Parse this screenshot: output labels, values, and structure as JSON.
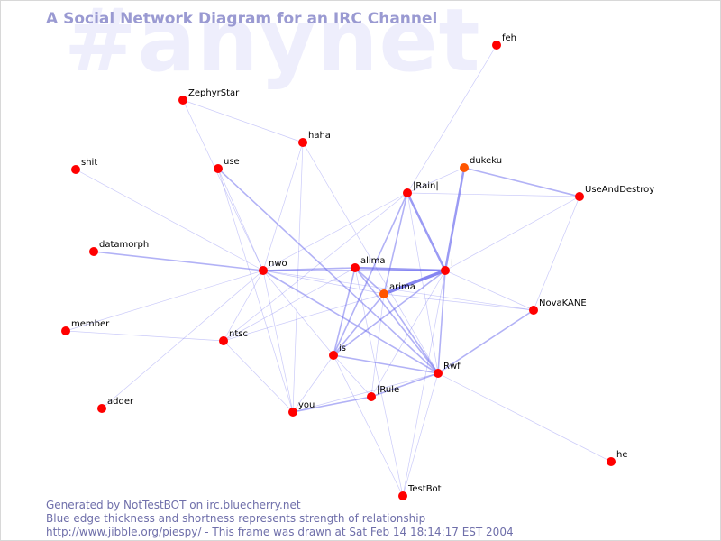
{
  "watermark": "#anynet",
  "title": "A Social Network Diagram for an IRC Channel",
  "footer": {
    "line1": "Generated by NotTestBOT on irc.bluecherry.net",
    "line2": "Blue edge thickness and shortness represents strength of relationship",
    "line3": "http://www.jibble.org/piespy/ - This frame was drawn at Sat Feb 14 18:14:17 EST 2004"
  },
  "colors": {
    "node": "#ff0000",
    "node_orange": "#ff5500",
    "edge": "#6666ee",
    "title": "#9a9ad2",
    "watermark": "#eeeefc",
    "footer": "#6f6faa"
  },
  "nodes": [
    {
      "name": "feh",
      "color": "red"
    },
    {
      "name": "ZephyrStar",
      "color": "red"
    },
    {
      "name": "haha",
      "color": "red"
    },
    {
      "name": "shit",
      "color": "red"
    },
    {
      "name": "use",
      "color": "red"
    },
    {
      "name": "dukeku",
      "color": "orange"
    },
    {
      "name": "|Rain|",
      "color": "red"
    },
    {
      "name": "UseAndDestroy",
      "color": "red"
    },
    {
      "name": "datamorph",
      "color": "red"
    },
    {
      "name": "nwo",
      "color": "red"
    },
    {
      "name": "alima",
      "color": "red"
    },
    {
      "name": "i",
      "color": "red"
    },
    {
      "name": "arima",
      "color": "orange"
    },
    {
      "name": "NovaKANE",
      "color": "red"
    },
    {
      "name": "member",
      "color": "red"
    },
    {
      "name": "ntsc",
      "color": "red"
    },
    {
      "name": "is",
      "color": "red"
    },
    {
      "name": "Rwf",
      "color": "red"
    },
    {
      "name": "|Rule",
      "color": "red"
    },
    {
      "name": "you",
      "color": "red"
    },
    {
      "name": "adder",
      "color": "red"
    },
    {
      "name": "he",
      "color": "red"
    },
    {
      "name": "TestBot",
      "color": "red"
    }
  ],
  "edges": [
    [
      "feh",
      "|Rain|",
      1
    ],
    [
      "ZephyrStar",
      "haha",
      1
    ],
    [
      "ZephyrStar",
      "nwo",
      1
    ],
    [
      "haha",
      "nwo",
      1
    ],
    [
      "haha",
      "Rwf",
      1
    ],
    [
      "haha",
      "you",
      1
    ],
    [
      "shit",
      "nwo",
      1
    ],
    [
      "use",
      "nwo",
      1
    ],
    [
      "use",
      "Rwf",
      2
    ],
    [
      "use",
      "you",
      1
    ],
    [
      "dukeku",
      "|Rain|",
      1
    ],
    [
      "dukeku",
      "UseAndDestroy",
      2
    ],
    [
      "dukeku",
      "i",
      3
    ],
    [
      "|Rain|",
      "UseAndDestroy",
      1
    ],
    [
      "|Rain|",
      "i",
      3
    ],
    [
      "|Rain|",
      "nwo",
      1
    ],
    [
      "|Rain|",
      "ntsc",
      1
    ],
    [
      "|Rain|",
      "is",
      2
    ],
    [
      "|Rain|",
      "arima",
      2
    ],
    [
      "|Rain|",
      "Rwf",
      1
    ],
    [
      "UseAndDestroy",
      "i",
      1
    ],
    [
      "UseAndDestroy",
      "NovaKANE",
      1
    ],
    [
      "datamorph",
      "nwo",
      2
    ],
    [
      "nwo",
      "alima",
      2
    ],
    [
      "nwo",
      "i",
      2
    ],
    [
      "nwo",
      "arima",
      1
    ],
    [
      "nwo",
      "NovaKANE",
      1
    ],
    [
      "nwo",
      "ntsc",
      1
    ],
    [
      "nwo",
      "is",
      1
    ],
    [
      "nwo",
      "you",
      1
    ],
    [
      "nwo",
      "Rwf",
      2
    ],
    [
      "nwo",
      "member",
      1
    ],
    [
      "nwo",
      "adder",
      1
    ],
    [
      "alima",
      "i",
      3
    ],
    [
      "alima",
      "arima",
      2
    ],
    [
      "alima",
      "is",
      2
    ],
    [
      "alima",
      "Rwf",
      2
    ],
    [
      "alima",
      "ntsc",
      1
    ],
    [
      "alima",
      "TestBot",
      1
    ],
    [
      "i",
      "arima",
      4
    ],
    [
      "i",
      "NovaKANE",
      1
    ],
    [
      "i",
      "is",
      2
    ],
    [
      "i",
      "Rwf",
      2
    ],
    [
      "i",
      "|Rule",
      1
    ],
    [
      "i",
      "TestBot",
      1
    ],
    [
      "arima",
      "NovaKANE",
      1
    ],
    [
      "arima",
      "ntsc",
      1
    ],
    [
      "arima",
      "is",
      2
    ],
    [
      "arima",
      "Rwf",
      2
    ],
    [
      "arima",
      "|Rule",
      1
    ],
    [
      "NovaKANE",
      "Rwf",
      2
    ],
    [
      "member",
      "ntsc",
      1
    ],
    [
      "ntsc",
      "you",
      1
    ],
    [
      "is",
      "Rwf",
      2
    ],
    [
      "is",
      "|Rule",
      1
    ],
    [
      "is",
      "you",
      1
    ],
    [
      "is",
      "TestBot",
      1
    ],
    [
      "Rwf",
      "|Rule",
      2
    ],
    [
      "Rwf",
      "he",
      1
    ],
    [
      "Rwf",
      "TestBot",
      1
    ],
    [
      "Rwf",
      "you",
      1
    ],
    [
      "|Rule",
      "you",
      2
    ]
  ]
}
